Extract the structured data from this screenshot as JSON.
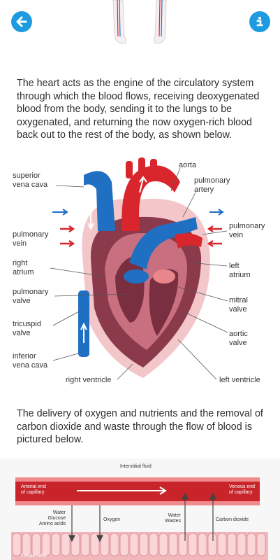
{
  "topbar": {
    "back_icon": "arrow-left-icon",
    "info_icon": "info-icon",
    "accent": "#1e9be0"
  },
  "intro_text": "The heart acts as the engine of the circulatory system through which the blood flows, receiving deoxygenated blood from the body, sending it to the lungs to be oxygenated, and returning the now oxygen-rich blood back out to the rest of the body, as shown below.",
  "heart": {
    "labels": {
      "superior_vena_cava": "superior\nvena cava",
      "pulmonary_vein_left": "pulmonary\nvein",
      "right_atrium": "right\natrium",
      "pulmonary_valve": "pulmonary\nvalve",
      "tricuspid_valve": "tricuspid\nvalve",
      "inferior_vena_cava": "inferior\nvena cava",
      "right_ventricle": "right ventricle",
      "aorta": "aorta",
      "pulmonary_artery": "pulmonary\nartery",
      "pulmonary_vein_right": "pulmonary\nvein",
      "left_atrium": "left\natrium",
      "mitral_valve": "mitral\nvalve",
      "aortic_valve": "aortic\nvalve",
      "left_ventricle": "left ventricle"
    },
    "colors": {
      "oxygenated": "#d8262c",
      "deoxygenated": "#1f6fc3",
      "muscle": "#8b3a4c",
      "pericardium": "#f3c7c9"
    }
  },
  "delivery_text": "The delivery of oxygen and nutrients and the removal of carbon dioxide and waste through the flow of blood is pictured below.",
  "capillary": {
    "interstitial_fluid": "Interstitial fluid",
    "arterial_end": "Arterial end\nof capillary",
    "venous_end": "Venous end\nof capillary",
    "water_glucose": "Water\nGlucose\nAmino acids",
    "oxygen": "Oxygen",
    "water_wastes": "Water\nWastes",
    "carbon_dioxide": "Carbon dioxide",
    "tissue_cells": "Tissue cells"
  }
}
